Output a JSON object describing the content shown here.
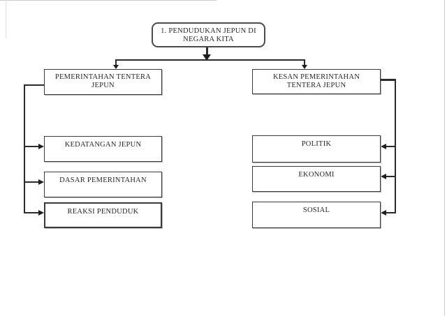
{
  "diagram": {
    "root": "1. PENDUDUKAN JEPUN DI NEGARA KITA",
    "left": {
      "header": "PEMERINTAHAN TENTERA JEPUN",
      "items": [
        "KEDATANGAN JEPUN",
        "DASAR PEMERINTAHAN",
        "REAKSI PENDUDUK"
      ]
    },
    "right": {
      "header": "KESAN PEMERINTAHAN TENTERA JEPUN",
      "items": [
        "POLITIK",
        "EKONOMI",
        "SOSIAL"
      ]
    }
  },
  "colors": {
    "line": "#2b2b2b",
    "box_border": "#3a3a3a",
    "text": "#262626",
    "background": "#ffffff"
  }
}
